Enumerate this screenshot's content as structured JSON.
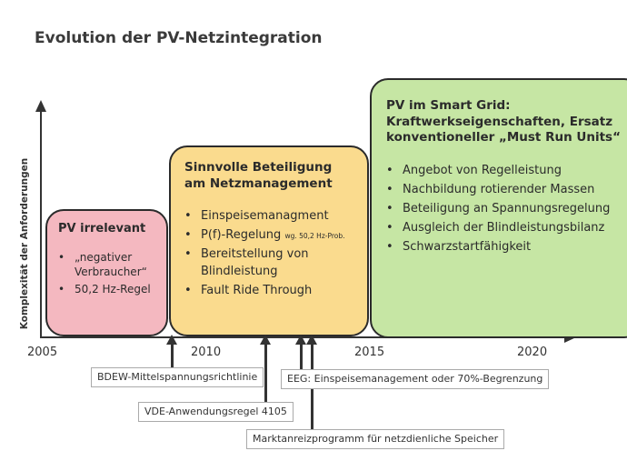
{
  "title": "Evolution der PV-Netzintegration",
  "y_axis_label": "Komplexität der Anforderungen",
  "x_ticks": [
    "2005",
    "2010",
    "2015",
    "2020"
  ],
  "phases": [
    {
      "heading": "PV irrelevant",
      "items": [
        "„negativer Verbraucher“",
        "50,2 Hz-Regel"
      ],
      "color": "#f4b8c0"
    },
    {
      "heading": "Sinnvolle Beteiligung am Netzmanagement",
      "items": [
        "Einspeisemanagment",
        "P(f)-Regelung",
        "Bereitstellung von Blindleistung",
        "Fault Ride Through"
      ],
      "item_note": "wg. 50,2 Hz-Prob.",
      "color": "#fadb8e"
    },
    {
      "heading": "PV im Smart Grid: Kraftwerkseigenschaften, Ersatz konventioneller „Must Run Units“",
      "items": [
        "Angebot von Regelleistung",
        "Nachbildung rotierender Massen",
        "Beteiligung an Spannungsregelung",
        "Ausgleich der Blindleistungsbilanz",
        "Schwarzstartfähigkeit"
      ],
      "color": "#c6e6a4"
    }
  ],
  "milestones": [
    "BDEW-Mittelspannungsrichtlinie",
    "VDE-Anwendungsregel 4105",
    "EEG: Einspeisemanagement oder 70%-Begrenzung",
    "Marktanreizprogramm für netzdienliche Speicher"
  ]
}
